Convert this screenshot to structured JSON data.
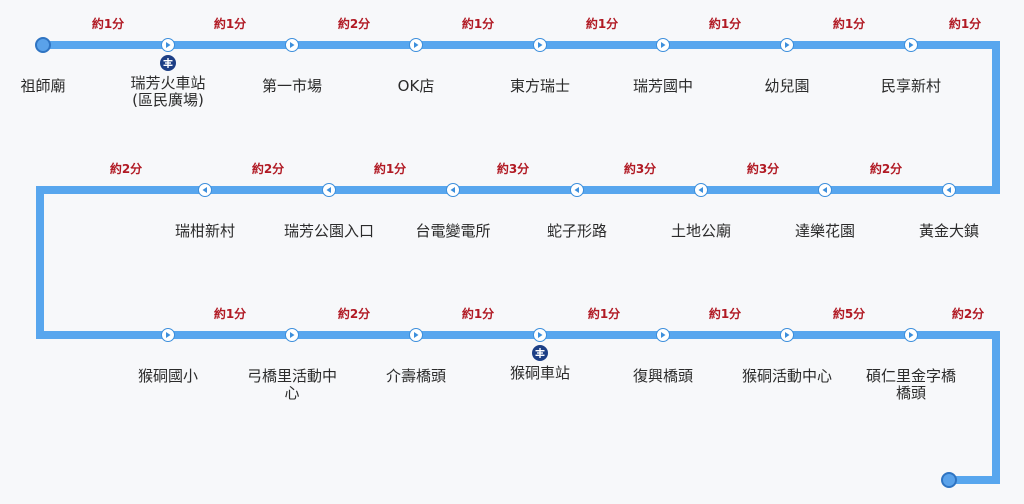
{
  "colors": {
    "track": "#58a6ee",
    "stop_border": "#3d8fdc",
    "time_text": "#b11a24",
    "name_text": "#2b2b2b",
    "rail_icon": "#1d3f86"
  },
  "route": {
    "rows": [
      {
        "direction": "right",
        "stops": [
          {
            "name": "祖師廟",
            "terminal": true
          },
          {
            "name": "瑞芳火車站(區民廣場)",
            "rail": true
          },
          {
            "name": "第一市場"
          },
          {
            "name": "OK店"
          },
          {
            "name": "東方瑞士"
          },
          {
            "name": "瑞芳國中"
          },
          {
            "name": "幼兒園"
          },
          {
            "name": "民享新村"
          }
        ],
        "times": [
          "約1分",
          "約1分",
          "約2分",
          "約1分",
          "約1分",
          "約1分",
          "約1分",
          "約1分"
        ]
      },
      {
        "direction": "left",
        "stops": [
          {
            "name": "瑞柑新村"
          },
          {
            "name": "瑞芳公園入口"
          },
          {
            "name": "台電變電所"
          },
          {
            "name": "蛇子形路"
          },
          {
            "name": "土地公廟"
          },
          {
            "name": "達樂花園"
          },
          {
            "name": "黃金大鎮"
          }
        ],
        "times": [
          "約2分",
          "約2分",
          "約1分",
          "約3分",
          "約3分",
          "約3分",
          "約2分"
        ]
      },
      {
        "direction": "right",
        "stops": [
          {
            "name": "猴硐國小"
          },
          {
            "name": "弓橋里活動中心"
          },
          {
            "name": "介壽橋頭"
          },
          {
            "name": "猴硐車站",
            "rail": true
          },
          {
            "name": "復興橋頭"
          },
          {
            "name": "猴硐活動中心"
          },
          {
            "name": "碩仁里金字橋橋頭"
          }
        ],
        "times": [
          "約1分",
          "約2分",
          "約1分",
          "約1分",
          "約1分",
          "約5分",
          "約2分"
        ]
      }
    ],
    "end_terminal": true
  }
}
